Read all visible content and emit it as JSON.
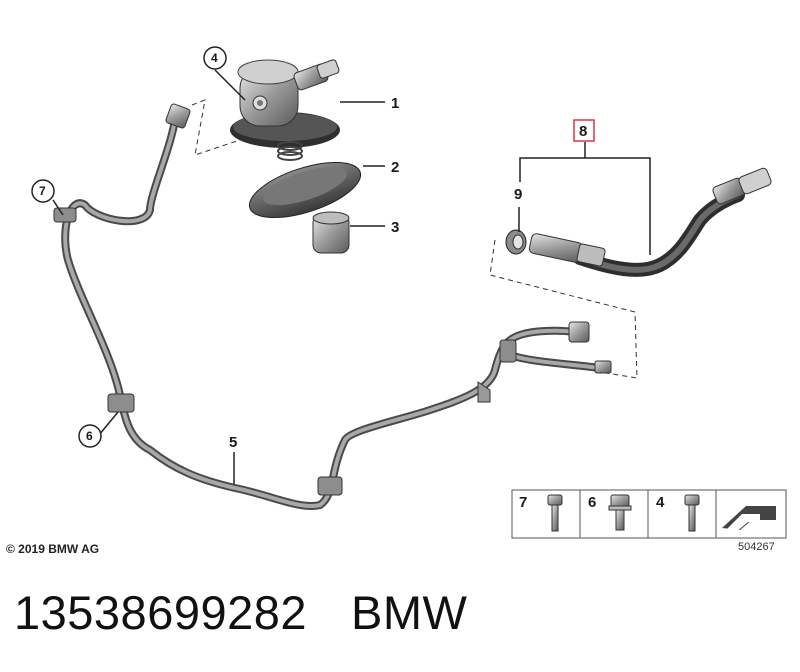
{
  "callouts": {
    "c1": "1",
    "c2": "2",
    "c3": "3",
    "c4": "4",
    "c5": "5",
    "c6": "6",
    "c7": "7",
    "c8": "8",
    "c9": "9"
  },
  "legend": {
    "items": [
      {
        "num": "7",
        "icon": "bolt-icon"
      },
      {
        "num": "6",
        "icon": "hex-bolt-icon"
      },
      {
        "num": "4",
        "icon": "bolt-icon"
      }
    ],
    "arrow_icon": "arrow-icon"
  },
  "copyright": "© 2019 BMW AG",
  "diagram_id": "504267",
  "footer": {
    "part_number": "13538699282",
    "brand": "BMW"
  },
  "colors": {
    "pipe": "#6b6b6b",
    "highlight": "#d9354a"
  }
}
